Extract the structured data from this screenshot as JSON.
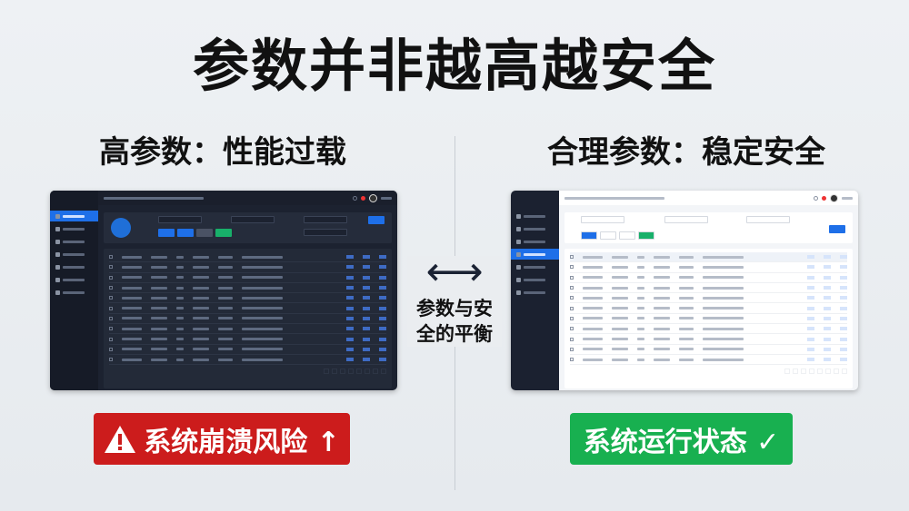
{
  "title": "参数并非越高越安全",
  "left": {
    "heading": "高参数：性能过载",
    "badge": "系统崩溃风险 ↑",
    "badge_icon": "warning-triangle-icon",
    "badge_color": "#cc1c1c",
    "theme": "dark"
  },
  "right": {
    "heading": "合理参数：稳定安全",
    "badge": "系统运行状态 ✓",
    "badge_color": "#18b050",
    "theme": "light"
  },
  "center": {
    "arrow": "⟷",
    "text_line1": "参数与安",
    "text_line2": "全的平衡"
  }
}
